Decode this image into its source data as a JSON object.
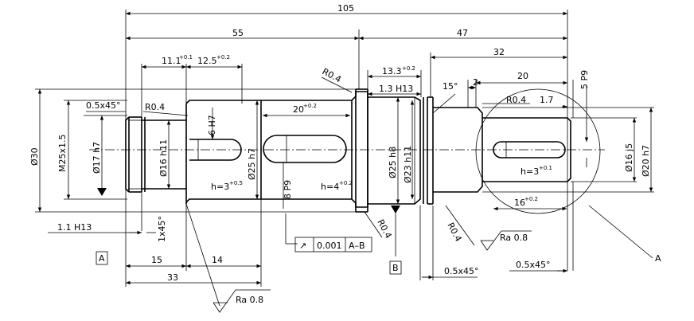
{
  "dims": {
    "d105": "105",
    "d55": "55",
    "d47": "47",
    "d32": "32",
    "d20": "20",
    "d11_1": "11.1",
    "tol_11_1": "+0.1",
    "d12_5": "12.5",
    "tol_12_5": "+0.2",
    "d13_3": "13.3",
    "tol_13_3": "+0.2",
    "d1_3": "1.3 H13",
    "d2": "2",
    "d1_7": "1.7",
    "d5p9": "5 P9",
    "d15deg": "15°",
    "d15": "15",
    "d14": "14",
    "d33": "33",
    "d1_1": "1.1 H13",
    "chamfer_1x45": "1x45°",
    "chamfer_left": "0.5x45°",
    "chamfer_mid": "0.5x45°",
    "chamfer_right": "0.5x45°",
    "key_20": "20",
    "tol_key_20": "+0.2",
    "key_16": "16",
    "tol_key_16": "+0.2",
    "h3_left": "h=3",
    "tol_h3_left": "+0.5",
    "h4": "h=4",
    "tol_h4": "+0.2",
    "h3_right": "h=3",
    "tol_h3_right": "+0.1",
    "d6h7": "6 H7",
    "d8p9": "8 P9"
  },
  "diameters": {
    "d30": "Ø30",
    "m25": "M25x1.5",
    "d17": "Ø17 h7",
    "d16h11": "Ø16 h11",
    "d25h7": "Ø25 h7",
    "d25h8": "Ø25 h8",
    "d23": "Ø23 h11",
    "d16j5": "Ø16 j5",
    "d20h7": "Ø20 h7"
  },
  "radii": {
    "r1": "R0.4",
    "r2": "R0.4",
    "r3": "R0.4",
    "r4": "R0.4",
    "r5": "R0.4"
  },
  "datums": {
    "a": "A",
    "b": "B",
    "detail": "A"
  },
  "tolerance_frame": {
    "symbol": "↗",
    "value": "0.001",
    "datum": "A–B"
  },
  "roughness": {
    "left": "Ra 0.8",
    "right": "Ra 0.8"
  }
}
